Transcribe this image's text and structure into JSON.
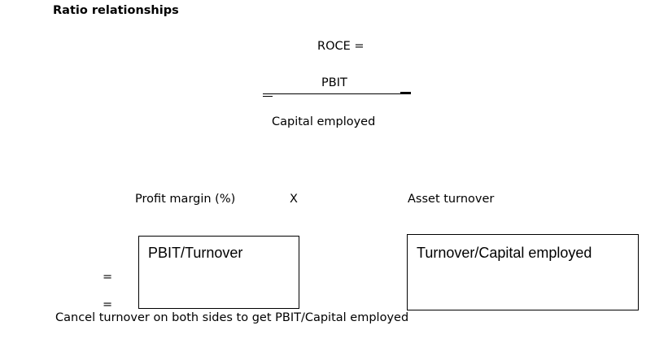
{
  "page": {
    "title": "Ratio relationships",
    "background_color": "#ffffff",
    "text_color": "#000000"
  },
  "roce_formula": {
    "label": "ROCE =",
    "numerator": "PBIT",
    "denominator": "Capital employed"
  },
  "components": {
    "left_label": "Profit margin (%)",
    "operator": "X",
    "right_label": "Asset turnover"
  },
  "boxes": {
    "left": {
      "text": "PBIT/Turnover"
    },
    "right": {
      "text": "Turnover/Capital employed"
    }
  },
  "equals_signs": {
    "top": "=",
    "bottom": "="
  },
  "footer": {
    "note": "Cancel turnover on both sides to get PBIT/Capital employed"
  }
}
